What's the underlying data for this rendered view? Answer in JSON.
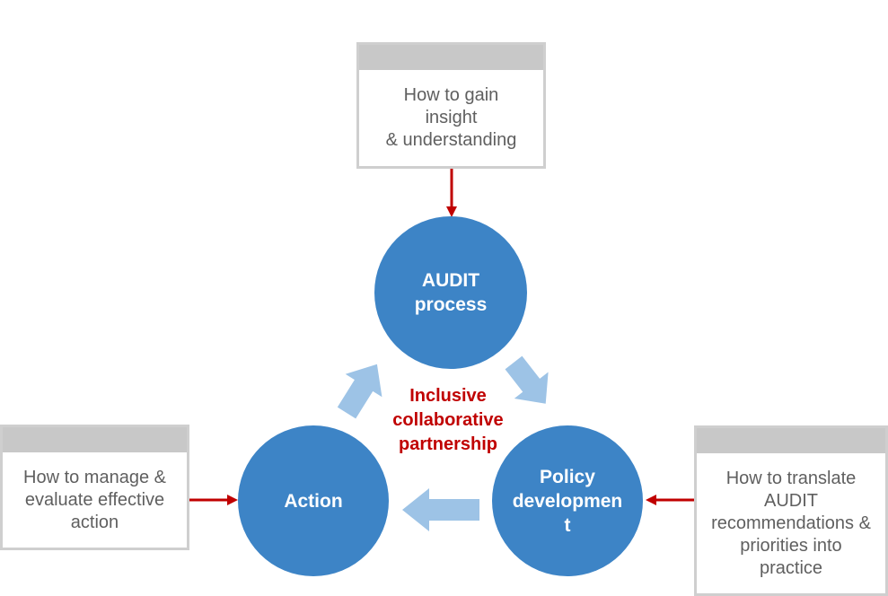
{
  "boxes": {
    "top": "How to gain\ninsight\n& understanding",
    "left": "How to manage &\nevaluate effective\naction",
    "right": "How to translate\nAUDIT\nrecommendations &\npriorities into\npractice"
  },
  "nodes": {
    "audit": "AUDIT\nprocess",
    "policy": "Policy\ndevelopmen\nt",
    "action": "Action"
  },
  "center_label": "Inclusive\ncollaborative\npartnership",
  "colors": {
    "node": "#3d84c6",
    "cycle_arrow": "#9dc3e6",
    "input_arrow": "#c00000",
    "center_text": "#c00000",
    "box_border": "#cfcfcf"
  }
}
